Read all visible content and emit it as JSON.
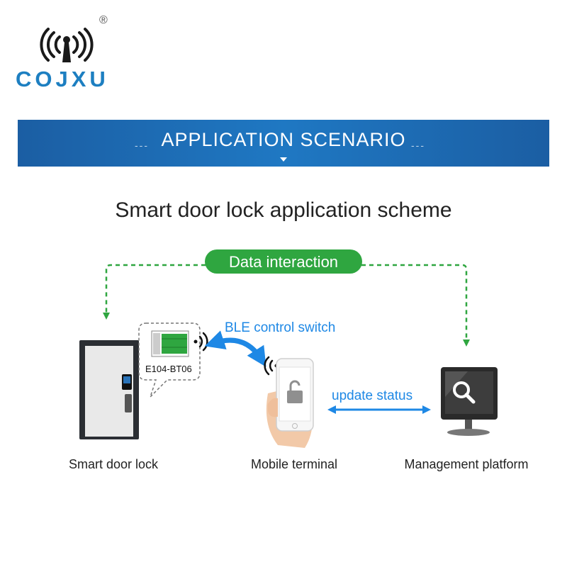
{
  "brand": {
    "name": "COJXU",
    "registered": "®"
  },
  "banner": {
    "title": "APPLICATION SCENARIO",
    "dashes": "---"
  },
  "scheme_title": "Smart door lock application scheme",
  "data_interaction": "Data interaction",
  "module_label": "E104-BT06",
  "ble_label": "BLE control switch",
  "update_label": "update status",
  "nodes": {
    "door": "Smart door lock",
    "mobile": "Mobile terminal",
    "platform": "Management platform"
  },
  "colors": {
    "brand": "#1d7fc1",
    "banner": "#1f6fb8",
    "green": "#2fa640",
    "arrow_blue": "#1e88e5"
  }
}
